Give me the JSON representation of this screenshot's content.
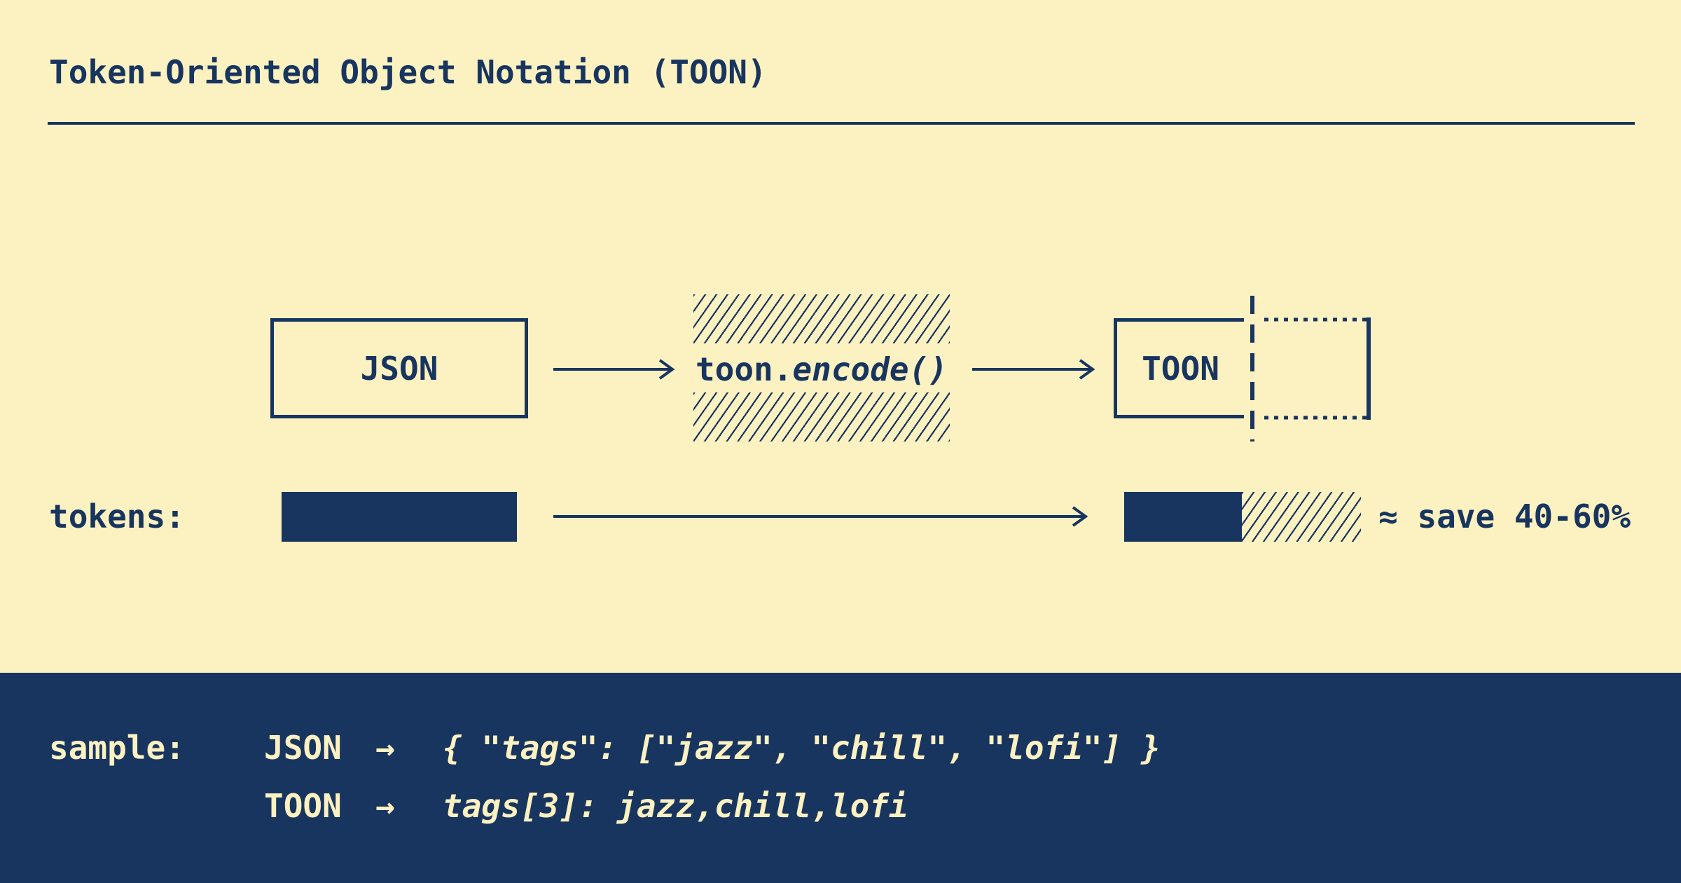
{
  "palette": {
    "navy": "#18355F",
    "cream": "#FBF1C1"
  },
  "header": {
    "title": "Token-Oriented Object Notation (TOON)"
  },
  "flow": {
    "input_box_label": "JSON",
    "encoder": {
      "prefix": "toon.",
      "call": "encode()"
    },
    "output_box_label": "TOON"
  },
  "tokens_row": {
    "label": "tokens:",
    "savings_note": "≈ save 40-60%"
  },
  "sample": {
    "label": "sample:",
    "rows": [
      {
        "format": "JSON",
        "arrow": "→",
        "code": "{ \"tags\": [\"jazz\", \"chill\", \"lofi\"] }"
      },
      {
        "format": "TOON",
        "arrow": "→",
        "code": "tags[3]: jazz,chill,lofi"
      }
    ]
  }
}
